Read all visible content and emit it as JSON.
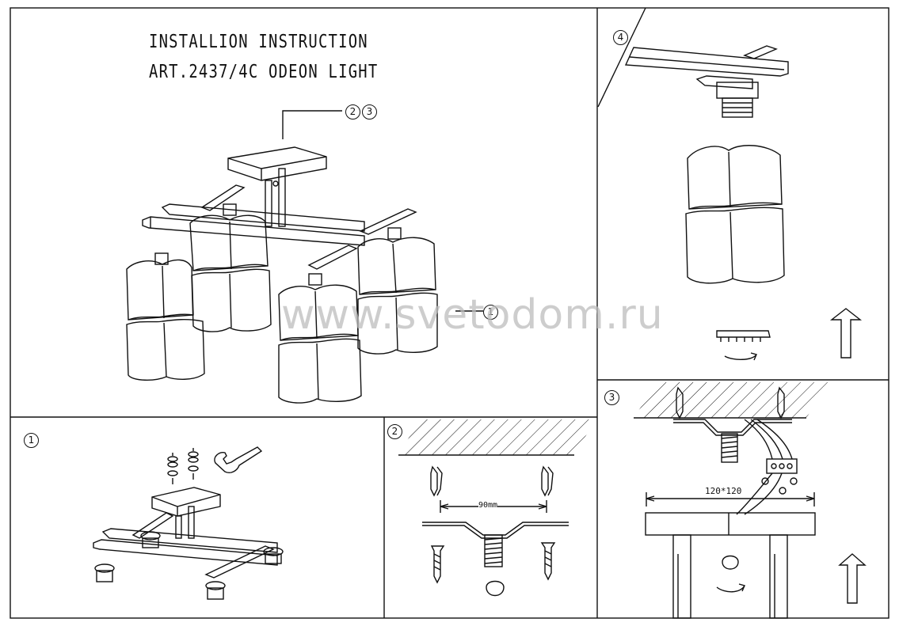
{
  "title": {
    "line1": "INSTALLION INSTRUCTION",
    "line2": "ART.2437/4C ODEON LIGHT"
  },
  "callouts": {
    "top_main": [
      "2",
      "3"
    ],
    "side_main": "1",
    "panel_topright": "4",
    "panel_bottomleft": "1",
    "panel_bottommid": "2",
    "panel_bottomright": "3"
  },
  "dimensions": {
    "hole_spacing": "90mm",
    "canopy_size": "120*120"
  },
  "watermark": "www.svetodom.ru"
}
